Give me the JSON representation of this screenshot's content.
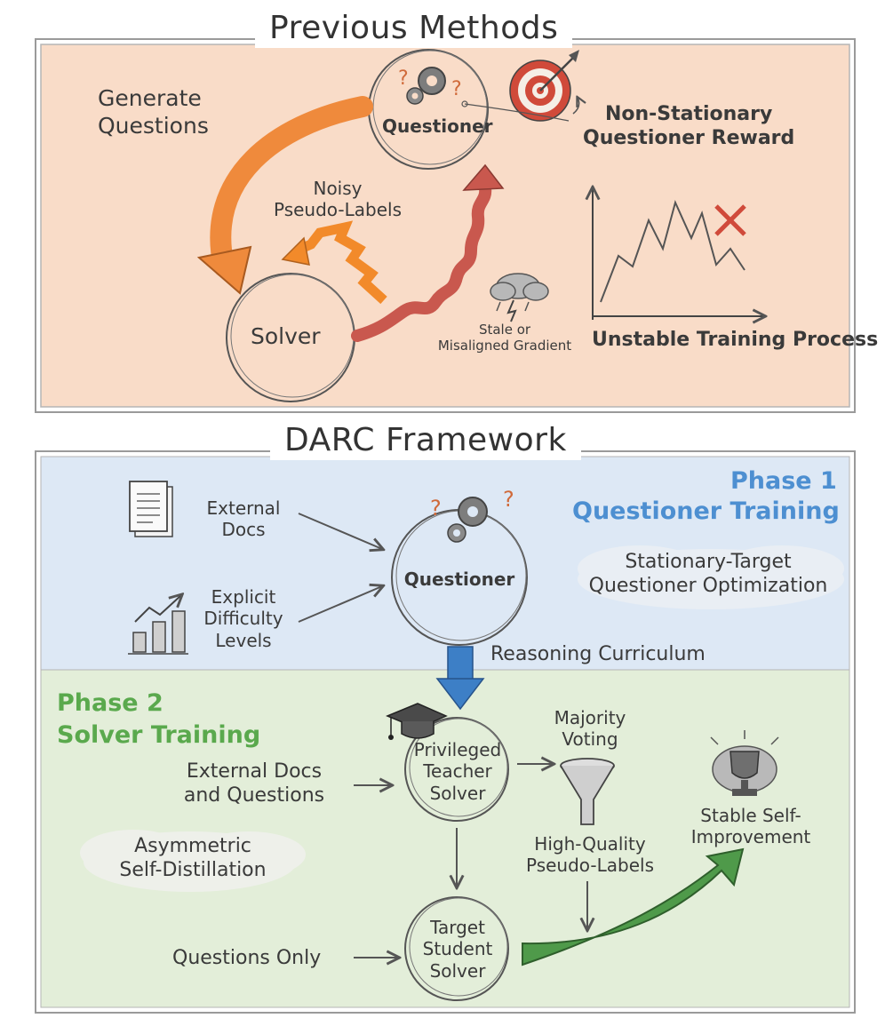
{
  "top": {
    "title": "Previous Methods",
    "generate_questions": "Generate\nQuestions",
    "questioner": "Questioner",
    "non_stationary_reward": "Non-Stationary\nQuestioner Reward",
    "noisy_pseudo_labels": "Noisy\nPseudo-Labels",
    "solver": "Solver",
    "stale_gradient": "Stale or\nMisaligned Gradient",
    "unstable_training": "Unstable Training Process"
  },
  "bottom": {
    "title": "DARC Framework",
    "phase1": {
      "line1": "Phase 1",
      "line2": "Questioner Training"
    },
    "external_docs": "External\nDocs",
    "explicit_difficulty": "Explicit\nDifficulty\nLevels",
    "questioner": "Questioner",
    "stationary_target": "Stationary-Target\nQuestioner Optimization",
    "reasoning_curriculum": "Reasoning Curriculum",
    "phase2": {
      "line1": "Phase 2",
      "line2": "Solver Training"
    },
    "external_docs_questions": "External Docs\nand Questions",
    "teacher_solver": "Privileged\nTeacher\nSolver",
    "majority_voting": "Majority\nVoting",
    "high_quality_labels": "High-Quality\nPseudo-Labels",
    "asymmetric_distillation": "Asymmetric\nSelf-Distillation",
    "student_solver": "Target\nStudent\nSolver",
    "questions_only": "Questions Only",
    "stable_improvement": "Stable Self-\nImprovement"
  },
  "colors": {
    "top_panel": "#f9dcc8",
    "phase1_panel": "#dde8f5",
    "phase2_panel": "#e3eed9",
    "phase1_text": "#4d8fd1",
    "phase2_text": "#5aa94d",
    "orange_arrow": "#ef8a3c",
    "red_arrow": "#c9584e",
    "green_arrow": "#4f9a4a",
    "blue_arrow": "#3d7fc6"
  }
}
